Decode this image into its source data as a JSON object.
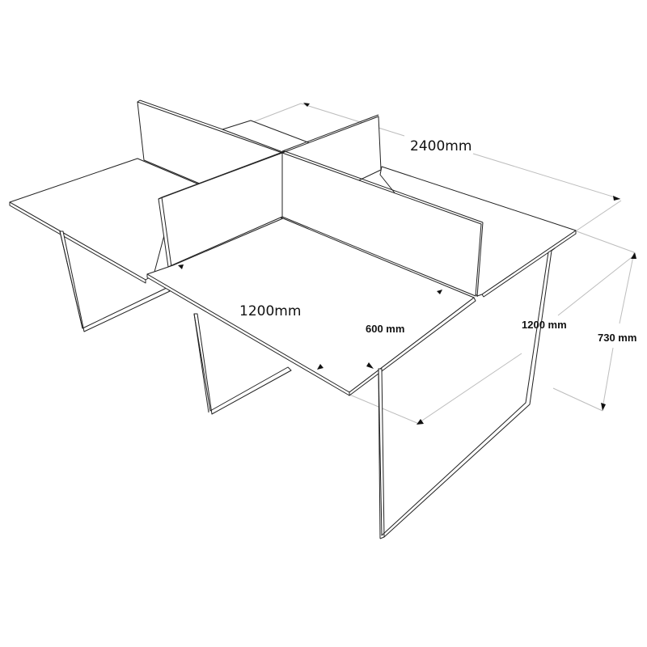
{
  "drawing": {
    "subject": "4-person workstation desk cluster with cross divider panels",
    "dimensions": {
      "total_length": "2400mm",
      "desk_width": "1200mm",
      "desk_depth": "600 mm",
      "panel_leg_depth": "1200 mm",
      "height": "730 mm"
    }
  },
  "colors": {
    "line": "#222222",
    "dimension_line": "#bdbdbd",
    "background": "#ffffff"
  }
}
